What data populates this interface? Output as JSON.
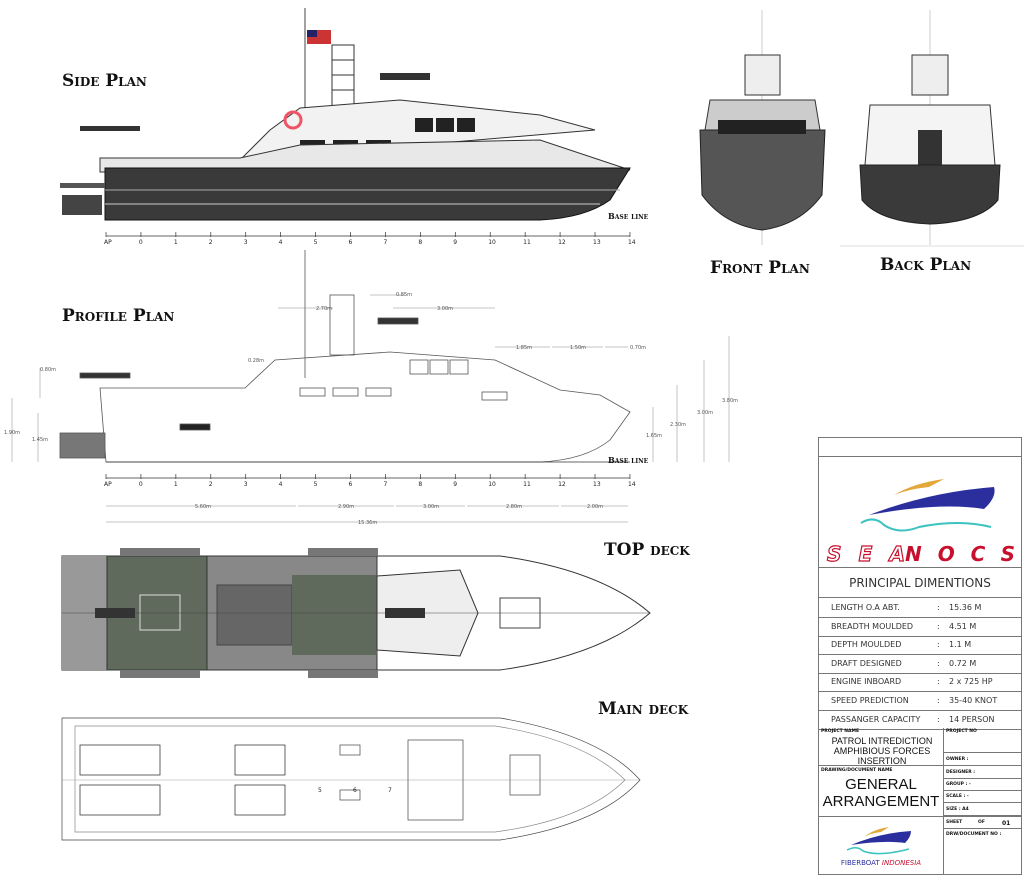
{
  "plans": {
    "side": "Side Plan",
    "front": "Front Plan",
    "back": "Back Plan",
    "profile": "Profile Plan",
    "top_deck": "TOP deck",
    "main_deck": "Main deck",
    "base_line": "Base line"
  },
  "stations": [
    "AP",
    "0",
    "1",
    "2",
    "3",
    "4",
    "5",
    "6",
    "7",
    "8",
    "9",
    "10",
    "11",
    "12",
    "13",
    "14"
  ],
  "main_deck_numbers": [
    "5",
    "6",
    "7"
  ],
  "dimensions": {
    "d080": "0.80m",
    "d028": "0.28m",
    "d190": "1.90m",
    "d145": "1.45m",
    "d270": "2.70m",
    "d085": "0.85m",
    "d300a": "3.00m",
    "d185": "1.85m",
    "d150": "1.50m",
    "d070": "0.70m",
    "d165": "1.65m",
    "d230": "2.30m",
    "d300b": "3.00m",
    "d380": "3.80m",
    "l560": "5.60m",
    "l290": "2.90m",
    "l300": "3.00m",
    "l280": "2.80m",
    "l200": "2.00m",
    "l1536": "15.36m"
  },
  "title_block": {
    "brand_logo": "SEANOCS",
    "principal_title": "PRINCIPAL DIMENTIONS",
    "principal": [
      {
        "label": "LENGTH O.A ABT.",
        "value": "15.36 M"
      },
      {
        "label": "BREADTH MOULDED",
        "value": "4.51 M"
      },
      {
        "label": "DEPTH MOULDED",
        "value": "1.1 M"
      },
      {
        "label": "DRAFT DESIGNED",
        "value": "0.72 M"
      },
      {
        "label": "ENGINE INBOARD",
        "value": "2 x 725 HP"
      },
      {
        "label": "SPEED PREDICTION",
        "value": "35-40 KNOT"
      },
      {
        "label": "PASSANGER CAPACITY",
        "value": "14 PERSON"
      }
    ],
    "colon": ":",
    "project_name_label": "PROJECT NAME",
    "project_name": "PATROL INTREDICTION AMPHIBIOUS FORCES INSERTION",
    "project_no_label": "PROJECT NO",
    "drawing_name_label": "DRAWING/DOCUMENT NAME",
    "drawing_name_1": "GENERAL",
    "drawing_name_2": "ARRANGEMENT",
    "owner": "OWNER  :",
    "designer": "DESIGNER :",
    "group": "GROUP  : -",
    "scale": "SCALE  : -",
    "size": "SIZE   :   A4",
    "sheet": "SHEET",
    "of": "OF",
    "sheet_total": "01",
    "doc_no": "DRW/DOCUMENT NO :",
    "company_1": "FIBERBOAT",
    "company_2": "INDONESIA"
  },
  "colors": {
    "hull_dark": "#3a3a3a",
    "deck_green": "#5f6a5c",
    "brand_red": "#c8102e",
    "brand_blue": "#2b2f9e",
    "brand_gold": "#e2a83a",
    "wave": "#3cc3c0"
  }
}
